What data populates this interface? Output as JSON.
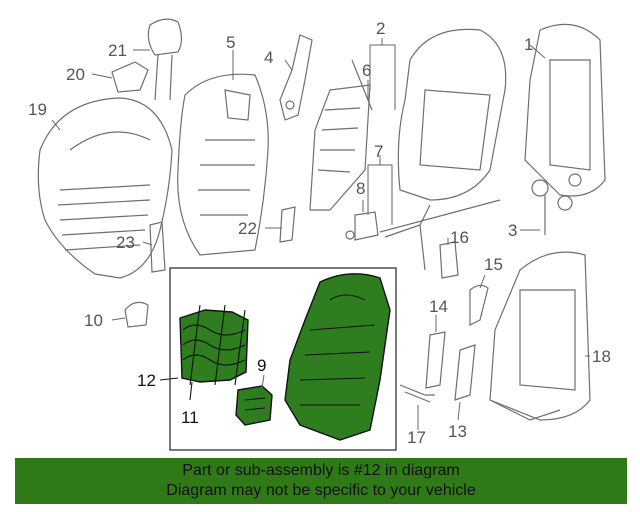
{
  "callouts": {
    "c1": "1",
    "c2": "2",
    "c3": "3",
    "c4": "4",
    "c5": "5",
    "c6": "6",
    "c7": "7",
    "c8": "8",
    "c9": "9",
    "c10": "10",
    "c11": "11",
    "c12": "12",
    "c13": "13",
    "c14": "14",
    "c15": "15",
    "c16": "16",
    "c17": "17",
    "c18": "18",
    "c19": "19",
    "c20": "20",
    "c21": "21",
    "c22": "22",
    "c23": "23"
  },
  "highlight_color": "#2f7a17",
  "banner": {
    "line1": "Part or sub-assembly is #12 in diagram",
    "line2": "Diagram may not be specific to your vehicle"
  }
}
